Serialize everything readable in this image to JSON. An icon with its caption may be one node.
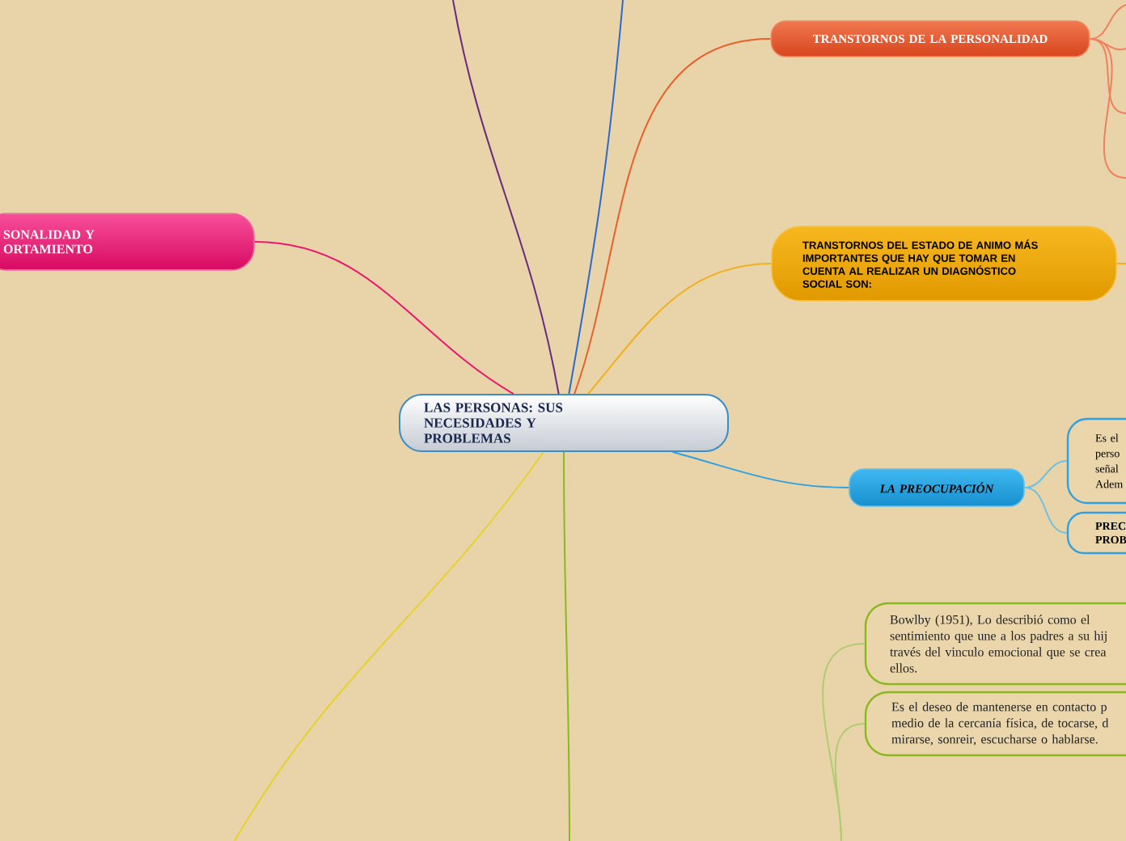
{
  "diagram": {
    "nodes": [
      {
        "text": [
          "LAS PERSONAS: SUS NECESIDADES Y PROBLEMAS"
        ]
      },
      {
        "text": [
          "SONALIDAD Y ORTAMIENTO"
        ]
      },
      {
        "text": [
          "TRANSTORNOS DE LA PERSONALIDAD"
        ]
      },
      {
        "text": [
          "TRANSTORNOS DEL ESTADO DE ANIMO MÁS IMPORTANTES QUE HAY QUE TOMAR EN CUENTA AL REALIZAR UN DIAGNÓSTICO SOCIAL SON:"
        ]
      },
      {
        "text": [
          "LA PREOCUPACIÓN"
        ]
      },
      {
        "text": [
          "Es el perso señal Adem"
        ]
      },
      {
        "text": [
          "PREC PROB"
        ]
      },
      {
        "text": [
          "Bowlby (1951), Lo describió como el sentimiento que une a los padres a su hij través del vinculo emocional que se crea ellos."
        ]
      },
      {
        "text": [
          "Es el deseo de mantenerse en contacto p medio de la cercanía física, de tocarse, d mirarse, sonreir, escucharse o hablarse."
        ]
      }
    ],
    "edges": [
      {
        "from": 0,
        "to": 1,
        "arrow": "none",
        "color": "#e8186e"
      },
      {
        "from": 0,
        "to": 2,
        "arrow": "none",
        "color": "#e8602a"
      },
      {
        "from": 0,
        "to": 3,
        "arrow": "none",
        "color": "#f0b020"
      },
      {
        "from": 0,
        "to": 4,
        "arrow": "none",
        "color": "#30a0e0"
      },
      {
        "from": 4,
        "to": 5,
        "arrow": "none",
        "color": "#70c0e0"
      },
      {
        "from": 4,
        "to": 6,
        "arrow": "none",
        "color": "#70c0e0"
      },
      {
        "from": 0,
        "to": null,
        "arrow": "none",
        "color": "#6a2a80"
      },
      {
        "from": 0,
        "to": null,
        "arrow": "none",
        "color": "#2a6ad0"
      },
      {
        "from": 0,
        "to": null,
        "arrow": "none",
        "color": "#e8d030"
      },
      {
        "from": 0,
        "to": null,
        "arrow": "none",
        "color": "#8ab820"
      },
      {
        "from": 2,
        "to": null,
        "arrow": "none",
        "color": "#f08060"
      },
      {
        "from": 2,
        "to": null,
        "arrow": "none",
        "color": "#f08060"
      },
      {
        "from": 2,
        "to": null,
        "arrow": "none",
        "color": "#f08060"
      },
      {
        "from": 2,
        "to": null,
        "arrow": "none",
        "color": "#f08060"
      },
      {
        "from": 3,
        "to": null,
        "arrow": "none",
        "color": "#f0b020"
      },
      {
        "from": null,
        "to": 7,
        "arrow": "none",
        "color": "#b0cc70"
      },
      {
        "from": null,
        "to": 8,
        "arrow": "none",
        "color": "#b0cc70"
      }
    ]
  }
}
